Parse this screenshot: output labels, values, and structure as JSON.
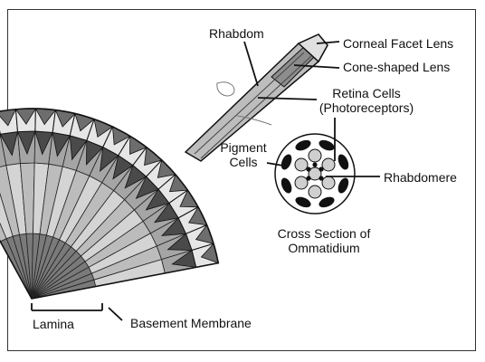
{
  "labels": {
    "rhabdom": "Rhabdom",
    "corneal_facet_lens": "Corneal Facet Lens",
    "cone_shaped_lens": "Cone-shaped Lens",
    "retina_cells_line1": "Retina Cells",
    "retina_cells_line2": "(Photoreceptors)",
    "pigment_cells_line1": "Pigment",
    "pigment_cells_line2": "Cells",
    "rhabdomere": "Rhabdomere",
    "cross_section_line1": "Cross Section of",
    "cross_section_line2": "Ommatidium",
    "lamina": "Lamina",
    "basement_membrane": "Basement Membrane"
  },
  "colors": {
    "line": "#111111",
    "light_gray": "#c8c8c8",
    "mid_gray": "#9a9a9a",
    "dark_gray": "#555555"
  }
}
